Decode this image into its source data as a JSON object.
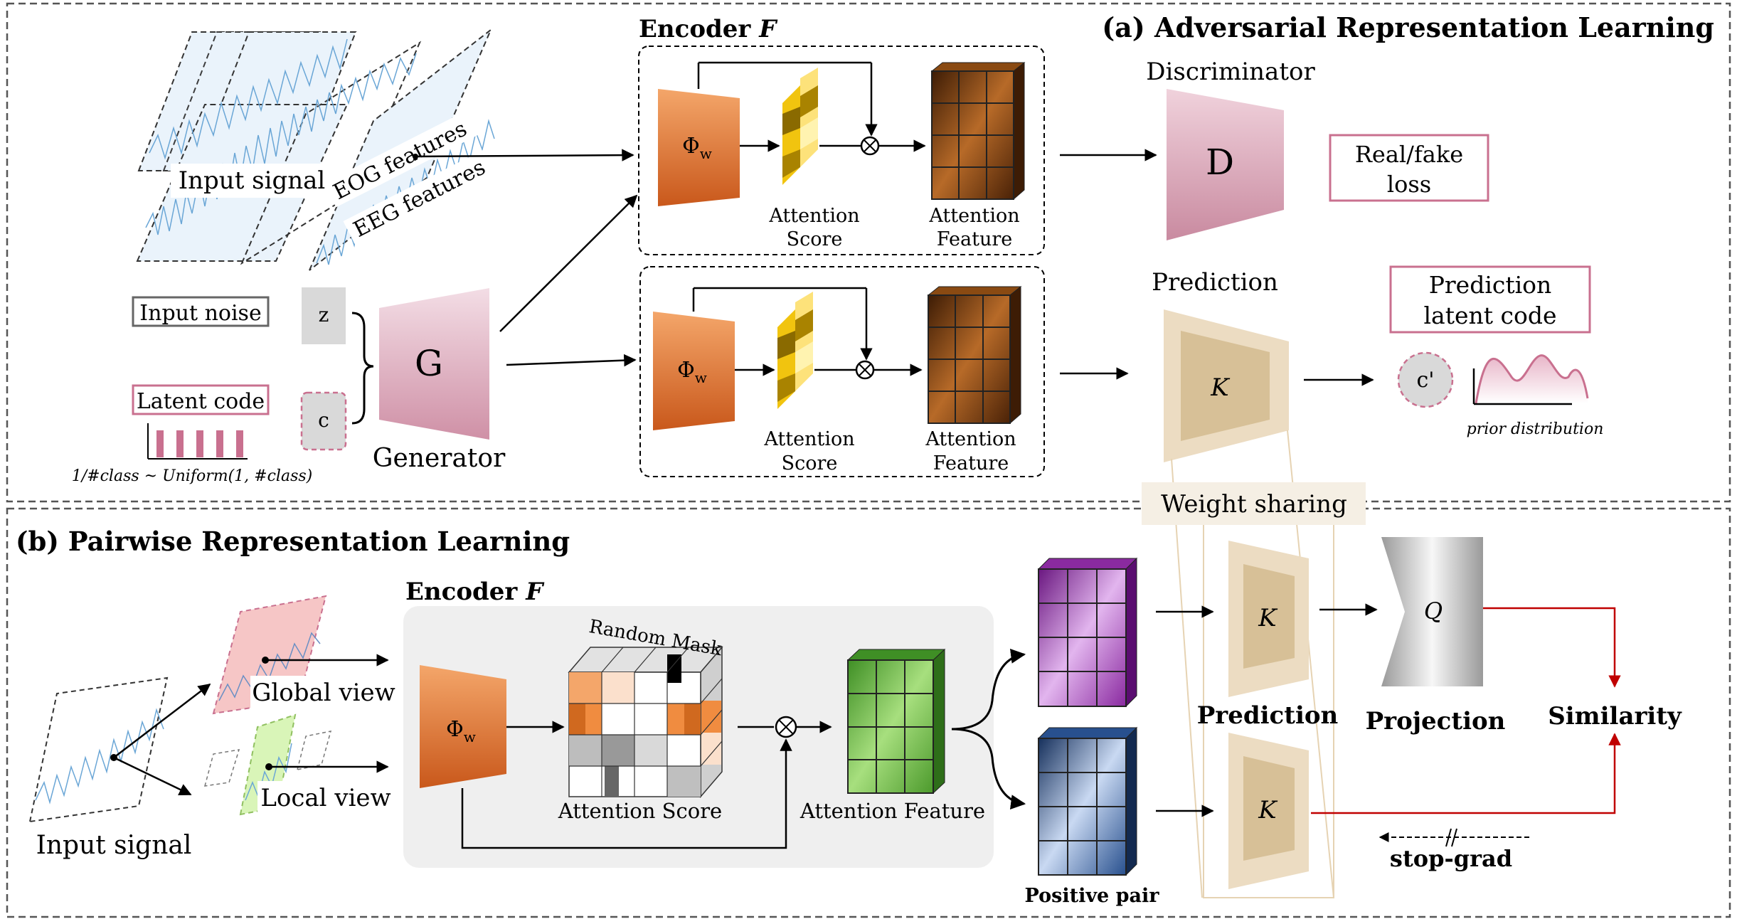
{
  "panel_a": {
    "title": "(a) Adversarial Representation Learning",
    "input_signal_label": "Input signal",
    "eog_label": "EOG features",
    "eeg_label": "EEG features",
    "input_noise_label": "Input noise",
    "latent_code_label": "Latent code",
    "z_label": "z",
    "c_label": "c",
    "uniform_label": "1/#class ~ Uniform(1, #class)",
    "generator_letter": "G",
    "generator_label": "Generator",
    "encoder_label": "Encoder",
    "encoder_symbol": "F",
    "phi_label": "Φ",
    "phi_sub": "w",
    "attention_score_line1": "Attention",
    "attention_score_line2": "Score",
    "attention_feature_line1": "Attention",
    "attention_feature_line2": "Feature",
    "discriminator_label": "Discriminator",
    "discriminator_letter": "D",
    "real_fake_line1": "Real/fake",
    "real_fake_line2": "loss",
    "prediction_label": "Prediction",
    "k_letter": "K",
    "prediction_code_line1": "Prediction",
    "prediction_code_line2": "latent  code",
    "c_prime_label": "c'",
    "prior_label": "prior distribution",
    "weight_sharing_label": "Weight sharing"
  },
  "panel_b": {
    "title": "(b) Pairwise Representation Learning",
    "input_signal_label": "Input signal",
    "global_view_label": "Global view",
    "local_view_label": "Local view",
    "encoder_label": "Encoder",
    "encoder_symbol": "F",
    "phi_label": "Φ",
    "phi_sub": "w",
    "random_mask_label": "Random Mask",
    "attention_score_label": "Attention Score",
    "attention_feature_label": "Attention Feature",
    "positive_pair_label": "Positive pair",
    "k_letter": "K",
    "prediction_label": "Prediction",
    "q_letter": "Q",
    "projection_label": "Projection",
    "similarity_label": "Similarity",
    "stop_grad_label": "stop-grad"
  },
  "colors": {
    "generator": "#d9a8b8",
    "discriminator": "#cf97ab",
    "encoder_orange": "#e07b39",
    "attention_gold": "#f0c020",
    "feature_brown": "#7a3d0c",
    "predictor_tan": "#e8d8bd",
    "predictor_inner": "#d7c097",
    "feature_green": "#6fbf4a",
    "feature_purple": "#a040b0",
    "feature_blue": "#2f5d9e",
    "signal_blue": "#6aa6d6",
    "pink_box": "#c9708f",
    "red_arrow": "#c00000",
    "encoder_bg": "#efefef"
  }
}
